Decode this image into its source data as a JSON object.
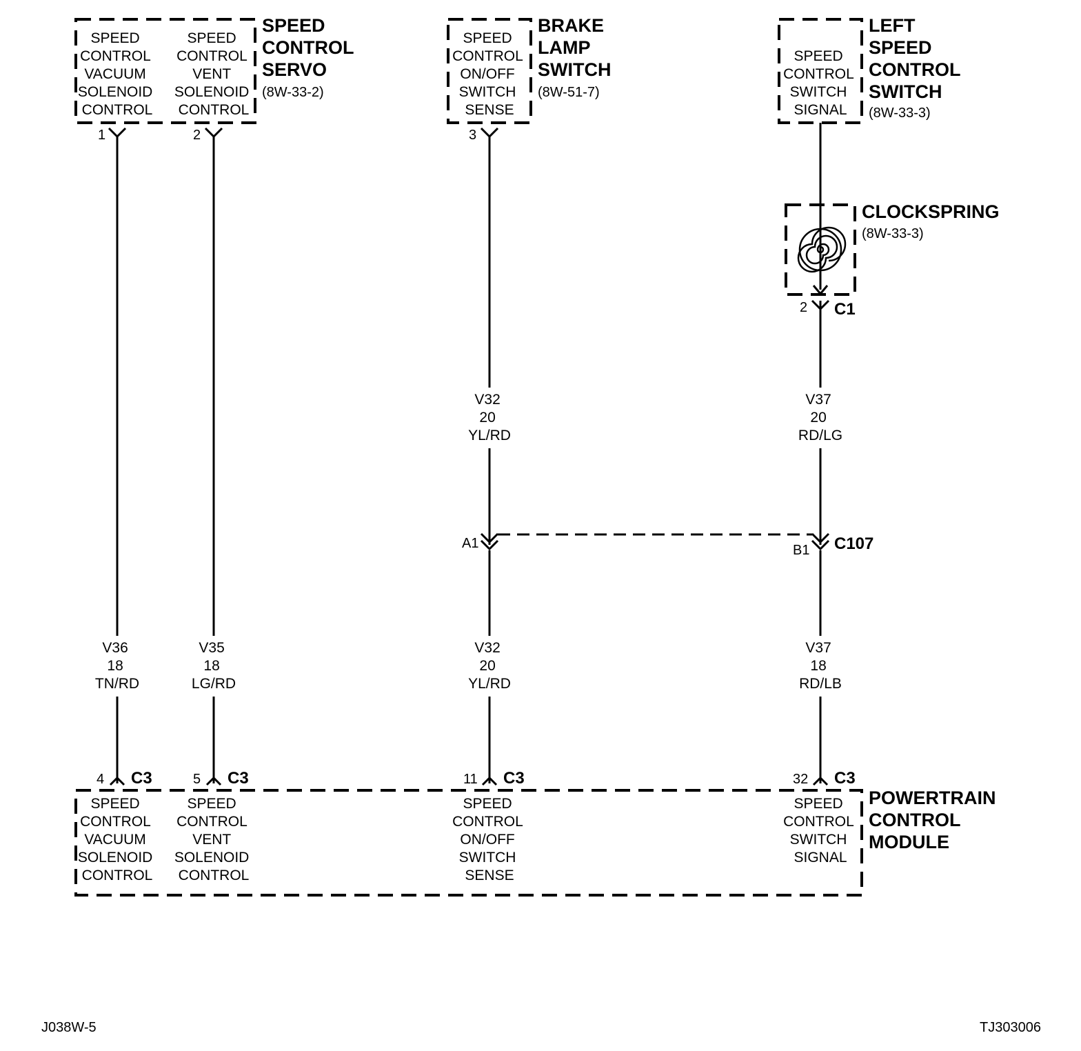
{
  "servo": {
    "title": [
      "SPEED",
      "CONTROL",
      "SERVO"
    ],
    "ref": "(8W-33-2)",
    "pin1": {
      "pin": "1",
      "lines": [
        "SPEED",
        "CONTROL",
        "VACUUM",
        "SOLENOID",
        "CONTROL"
      ]
    },
    "pin2": {
      "pin": "2",
      "lines": [
        "SPEED",
        "CONTROL",
        "VENT",
        "SOLENOID",
        "CONTROL"
      ]
    }
  },
  "brake": {
    "title": [
      "BRAKE",
      "LAMP",
      "SWITCH"
    ],
    "ref": "(8W-51-7)",
    "pin": "3",
    "lines": [
      "SPEED",
      "CONTROL",
      "ON/OFF",
      "SWITCH",
      "SENSE"
    ]
  },
  "lscs": {
    "title": [
      "LEFT",
      "SPEED",
      "CONTROL",
      "SWITCH"
    ],
    "ref": "(8W-33-3)",
    "lines": [
      "SPEED",
      "CONTROL",
      "SWITCH",
      "SIGNAL"
    ]
  },
  "clockspring": {
    "title": "CLOCKSPRING",
    "ref": "(8W-33-3)",
    "pin": "2",
    "connector": "C1"
  },
  "c107": {
    "name": "C107",
    "pin_left": "A1",
    "pin_right": "B1"
  },
  "wires": {
    "v32_upper": [
      "V32",
      "20",
      "YL/RD"
    ],
    "v37_upper": [
      "V37",
      "20",
      "RD/LG"
    ],
    "v36": [
      "V36",
      "18",
      "TN/RD"
    ],
    "v35": [
      "V35",
      "18",
      "LG/RD"
    ],
    "v32_lower": [
      "V32",
      "20",
      "YL/RD"
    ],
    "v37_lower": [
      "V37",
      "18",
      "RD/LB"
    ]
  },
  "pcm": {
    "title": [
      "POWERTRAIN",
      "CONTROL",
      "MODULE"
    ],
    "connector": "C3",
    "pins": [
      "4",
      "5",
      "11",
      "32"
    ],
    "vacuum": [
      "SPEED",
      "CONTROL",
      "VACUUM",
      "SOLENOID",
      "CONTROL"
    ],
    "vent": [
      "SPEED",
      "CONTROL",
      "VENT",
      "SOLENOID",
      "CONTROL"
    ],
    "onoff": [
      "SPEED",
      "CONTROL",
      "ON/OFF",
      "SWITCH",
      "SENSE"
    ],
    "signal": [
      "SPEED",
      "CONTROL",
      "SWITCH",
      "SIGNAL"
    ]
  },
  "footer": {
    "left": "J038W-5",
    "right": "TJ303006"
  }
}
